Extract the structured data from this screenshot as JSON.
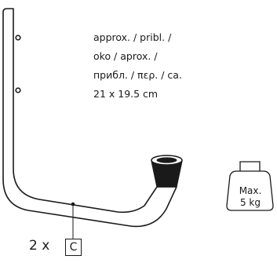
{
  "dimensions": {
    "lines": [
      "approx. / pribl. /",
      "oko / aprox. /",
      "прибл. / περ. / ca.",
      "21 x 19.5 cm"
    ]
  },
  "part": {
    "quantity": "2 x",
    "label": "C"
  },
  "max_load": {
    "line1": "Max.",
    "line2": "5 kg"
  }
}
